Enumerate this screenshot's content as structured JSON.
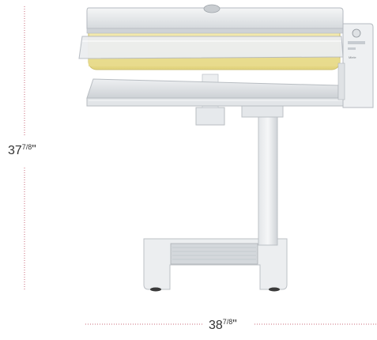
{
  "dimensions": {
    "height": {
      "whole": "37",
      "fraction": "7/8",
      "unit": "\""
    },
    "width": {
      "whole": "38",
      "fraction": "7/8",
      "unit": "\""
    }
  },
  "colors": {
    "dimension_line": "#c86a7a",
    "roller": "#f2eab0",
    "body": "#e9ecef"
  }
}
